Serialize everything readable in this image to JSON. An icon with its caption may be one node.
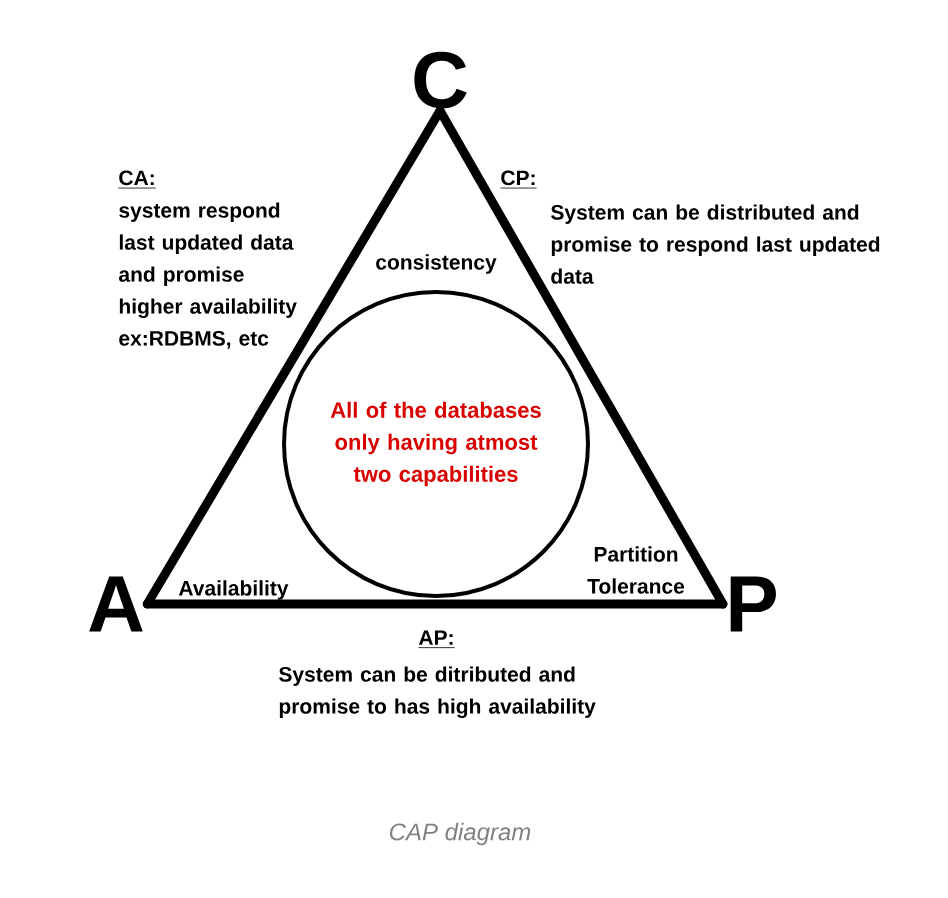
{
  "diagram": {
    "caption": "CAP diagram",
    "nodes": [
      {
        "text": [
          "C"
        ]
      },
      {
        "text": [
          "A"
        ]
      },
      {
        "text": [
          "P"
        ]
      },
      {
        "text": [
          "All of the databases only having atmost two capabilities"
        ]
      }
    ],
    "edges": [
      {
        "from": 0,
        "to": 1,
        "arrow": "none"
      },
      {
        "from": 1,
        "to": 2,
        "arrow": "none"
      },
      {
        "from": 2,
        "to": 0,
        "arrow": "none"
      }
    ],
    "labels": [
      "CA:",
      "system respond last updated data and promise higher availability ex:RDBMS, etc",
      "consistency",
      "CP:",
      "System can be distributed and promise to respond last updated data",
      "Availability",
      "Partition Tolerance",
      "AP:",
      "System can be ditributed and promise to has high availability"
    ]
  }
}
